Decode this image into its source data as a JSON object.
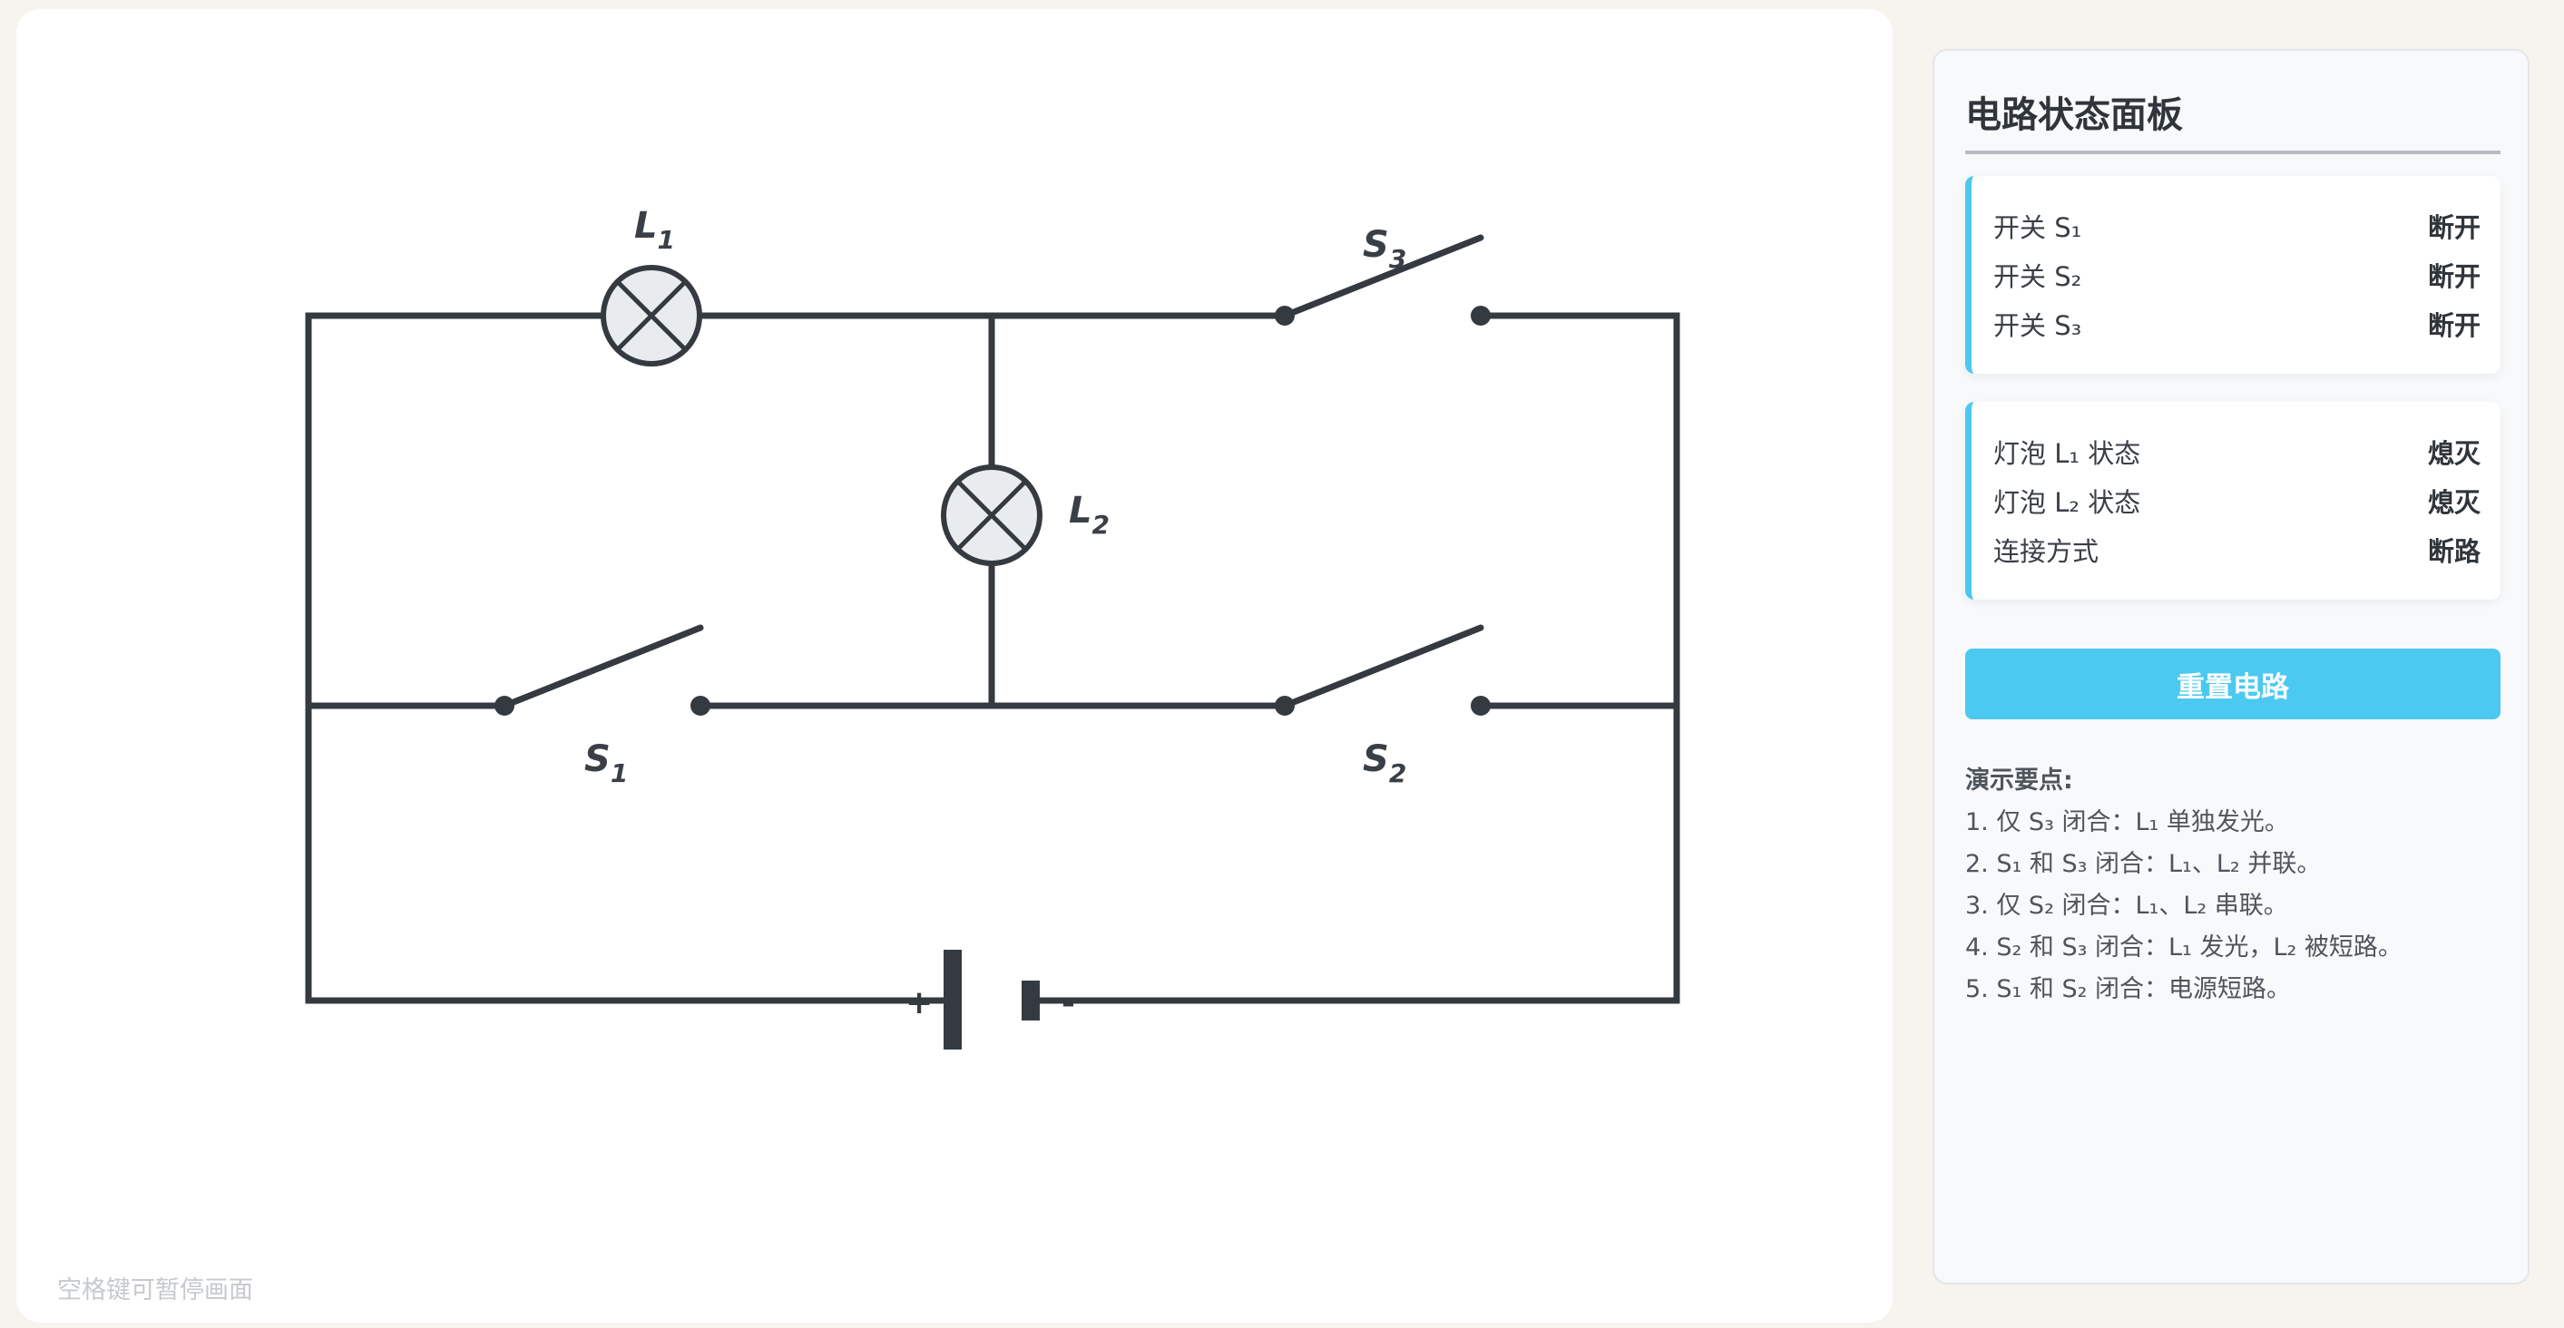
{
  "diagram": {
    "labels": {
      "L1": "L",
      "L1_sub": "1",
      "L2": "L",
      "L2_sub": "2",
      "S1": "S",
      "S1_sub": "1",
      "S2": "S",
      "S2_sub": "2",
      "S3": "S",
      "S3_sub": "3"
    },
    "battery": {
      "plus": "+",
      "minus": "-"
    }
  },
  "hint": "空格键可暂停画面",
  "panel": {
    "title": "电路状态面板",
    "switches": [
      {
        "label": "开关 S₁",
        "value": "断开"
      },
      {
        "label": "开关 S₂",
        "value": "断开"
      },
      {
        "label": "开关 S₃",
        "value": "断开"
      }
    ],
    "status": [
      {
        "label": "灯泡 L₁ 状态",
        "value": "熄灭"
      },
      {
        "label": "灯泡 L₂ 状态",
        "value": "熄灭"
      },
      {
        "label": "连接方式",
        "value": "断路"
      }
    ],
    "reset_label": "重置电路",
    "notes_title": "演示要点:",
    "notes": [
      "1. 仅 S₃ 闭合：L₁ 单独发光。",
      "2. S₁ 和 S₃ 闭合：L₁、L₂ 并联。",
      "3. 仅 S₂ 闭合：L₁、L₂ 串联。",
      "4. S₂ 和 S₃ 闭合：L₁ 发光，L₂ 被短路。",
      "5. S₁ 和 S₂ 闭合：电源短路。"
    ]
  }
}
